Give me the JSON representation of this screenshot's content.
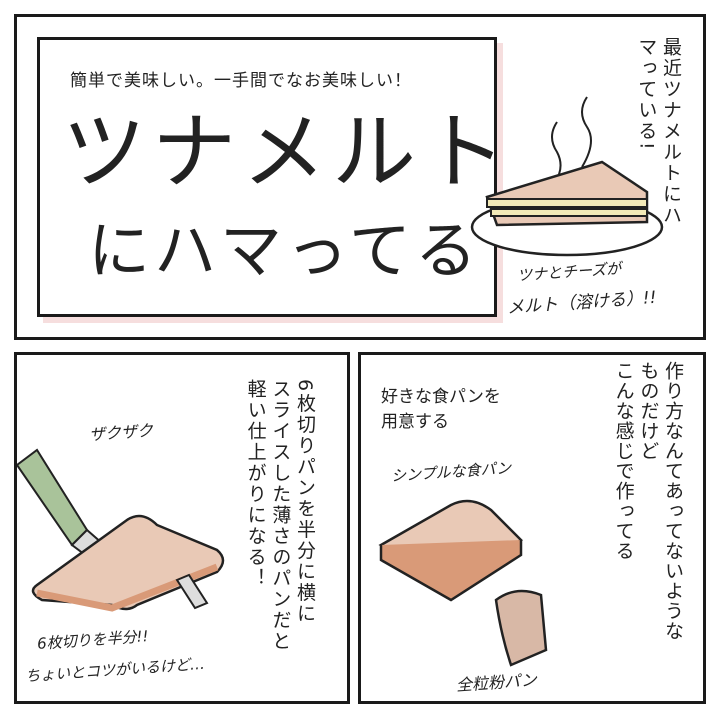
{
  "panel1": {
    "subtitle": "簡単で美味しい。一手間でなお美味しい！",
    "title_line1": "ツナメルト",
    "title_line2": "にハマってる",
    "narration": "最近ツナメルトにハマっている!",
    "handwritten_line1": "ツナとチーズが",
    "handwritten_line2": "メルト（溶ける）!!"
  },
  "panel2": {
    "narration_lines": [
      "6枚切りパンを半分に横に",
      "スライスした薄さのパンだと",
      "軽い仕上がりになる！"
    ],
    "sfx": "ザクザク",
    "handwritten_line1": "6枚切りを半分!!",
    "handwritten_line2": "ちょいとコツがいるけど…"
  },
  "panel3": {
    "narration_lines": [
      "作り方なんてあってないような",
      "ものだけど",
      "こんな感じで作ってる"
    ],
    "caption": "好きな食パンを用意する",
    "caption_line1": "好きな食パンを",
    "caption_line2": "用意する",
    "label_simple": "シンプルな食パン",
    "label_wholegrain": "全粒粉パン"
  },
  "colors": {
    "bread": "#e9c9b6",
    "crust": "#d99a78",
    "cheese": "#f3eab8",
    "knife_handle": "#a9c39a",
    "shadow": "#f6dede"
  }
}
